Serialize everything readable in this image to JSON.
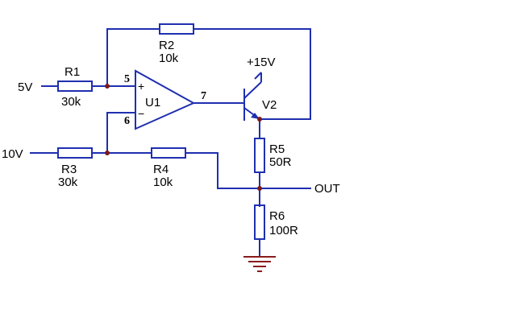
{
  "inputs": {
    "v1": "5V",
    "v2": "10V"
  },
  "supply": "+15V",
  "output": "OUT",
  "resistors": {
    "r1": {
      "name": "R1",
      "value": "30k"
    },
    "r2": {
      "name": "R2",
      "value": "10k"
    },
    "r3": {
      "name": "R3",
      "value": "30k"
    },
    "r4": {
      "name": "R4",
      "value": "10k"
    },
    "r5": {
      "name": "R5",
      "value": "50R"
    },
    "r6": {
      "name": "R6",
      "value": "100R"
    }
  },
  "opamp": {
    "name": "U1",
    "pin_noninv": "5",
    "pin_inv": "6",
    "pin_out": "7",
    "plus": "+",
    "minus": "−"
  },
  "transistor": {
    "name": "V2"
  },
  "colors": {
    "wire": "#1f2fb0",
    "node": "#7a1a1a",
    "ground": "#8a1c1c"
  }
}
